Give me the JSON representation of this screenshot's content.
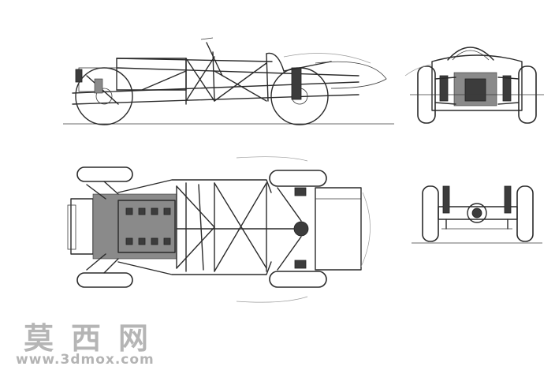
{
  "watermark": {
    "site_name": "莫西网",
    "url": "www.3dmox.com"
  },
  "views": [
    "side-view",
    "front-view",
    "top-view",
    "rear-axle-view"
  ],
  "colors": {
    "ink": "#2a2a2a",
    "paper": "#ffffff",
    "watermark": "#8a8a8a"
  }
}
